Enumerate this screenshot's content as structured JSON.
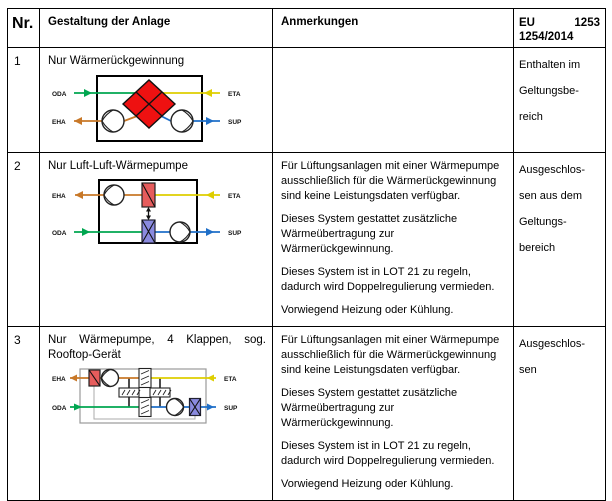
{
  "table": {
    "header": {
      "nr": "Nr.",
      "design": "Gestaltung der Anlage",
      "notes": "Anmerkungen",
      "eu_line1": "EU 1253",
      "eu_line2": "1254/2014"
    },
    "rows": [
      {
        "nr": "1",
        "title_lines": [
          "Nur Wärmerückgewinnung"
        ],
        "notes": [],
        "eu_lines": [
          "Enthalten im",
          "Geltungsbe-",
          "reich"
        ],
        "diagram": {
          "top_left": "ODA",
          "bottom_left": "EHA",
          "top_right": "ETA",
          "bottom_right": "SUP"
        }
      },
      {
        "nr": "2",
        "title_lines": [
          "Nur Luft-Luft-Wärmepumpe"
        ],
        "notes": [
          "Für Lüftungsanlagen mit einer Wärmepumpe ausschließlich für die Wärmerückgewinnung sind keine Leistungsdaten verfügbar.",
          "Dieses System gestattet zusätzliche Wärmeübertragung zur Wärmerückgewinnung.",
          "Dieses System ist in LOT 21 zu regeln, dadurch wird Doppelregulierung vermieden.",
          "Vorwiegend Heizung oder Kühlung."
        ],
        "eu_lines": [
          "Ausgeschlos-",
          "sen aus dem",
          "Geltungs-",
          "bereich"
        ],
        "diagram": {
          "top_left": "EHA",
          "bottom_left": "ODA",
          "top_right": "ETA",
          "bottom_right": "SUP"
        }
      },
      {
        "nr": "3",
        "title_lines": [
          "Nur Wärmepumpe, 4 Klappen, sog.",
          "Rooftop-Gerät"
        ],
        "notes": [
          "Für Lüftungsanlagen mit einer Wärmepumpe ausschließlich für die Wärmerückgewinnung sind keine Leistungsdaten verfügbar.",
          "Dieses System gestattet zusätzliche Wärmeübertragung zur Wärmerückgewinnung.",
          "Dieses System ist in LOT 21 zu regeln, dadurch wird Doppelregulierung vermieden.",
          "Vorwiegend Heizung oder Kühlung."
        ],
        "eu_lines": [
          "Ausgeschlos-",
          "sen"
        ],
        "diagram": {
          "top_left": "EHA",
          "bottom_left": "ODA",
          "top_right": "ETA",
          "bottom_right": "SUP"
        }
      }
    ]
  },
  "colors": {
    "oda_green": "#00A650",
    "eta_yellow": "#DECE00",
    "eha_orange": "#C87828",
    "sup_blue": "#1F6FC8",
    "exchanger_red": "#EE1111",
    "condenser_red": "#E65C5C",
    "evaporator_blue": "#8A8ADF"
  }
}
